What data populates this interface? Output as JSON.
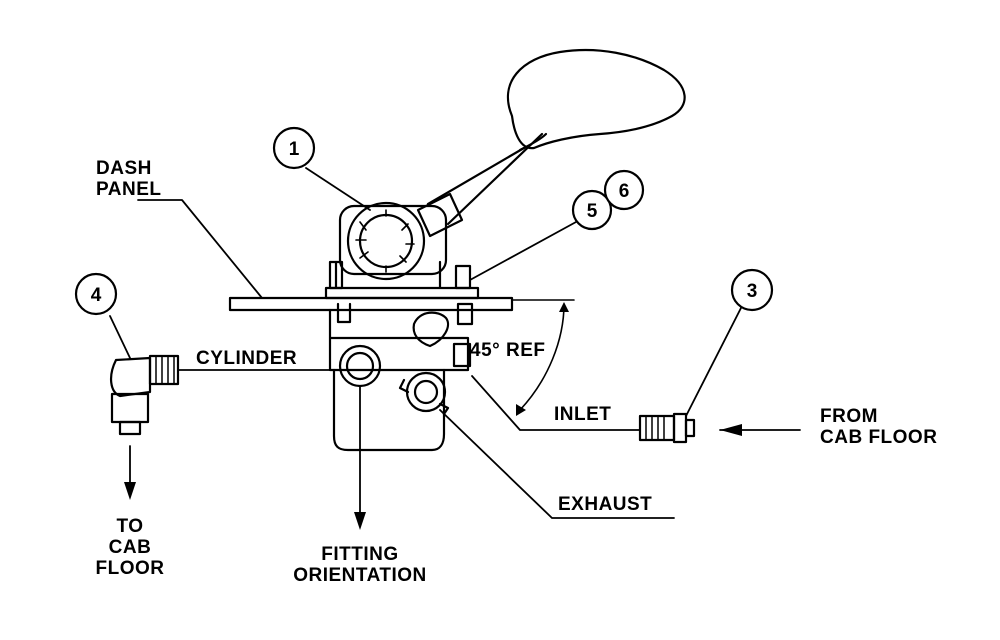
{
  "labels": {
    "dash_panel_line1": "DASH",
    "dash_panel_line2": "PANEL",
    "cylinder": "CYLINDER",
    "angle_ref": "45° REF",
    "inlet": "INLET",
    "exhaust": "EXHAUST",
    "from_cab_floor_line1": "FROM",
    "from_cab_floor_line2": "CAB FLOOR",
    "to_cab_floor_line1": "TO",
    "to_cab_floor_line2": "CAB",
    "to_cab_floor_line3": "FLOOR",
    "fitting_orientation_line1": "FITTING",
    "fitting_orientation_line2": "ORIENTATION"
  },
  "callouts": [
    "1",
    "3",
    "4",
    "5",
    "6"
  ]
}
